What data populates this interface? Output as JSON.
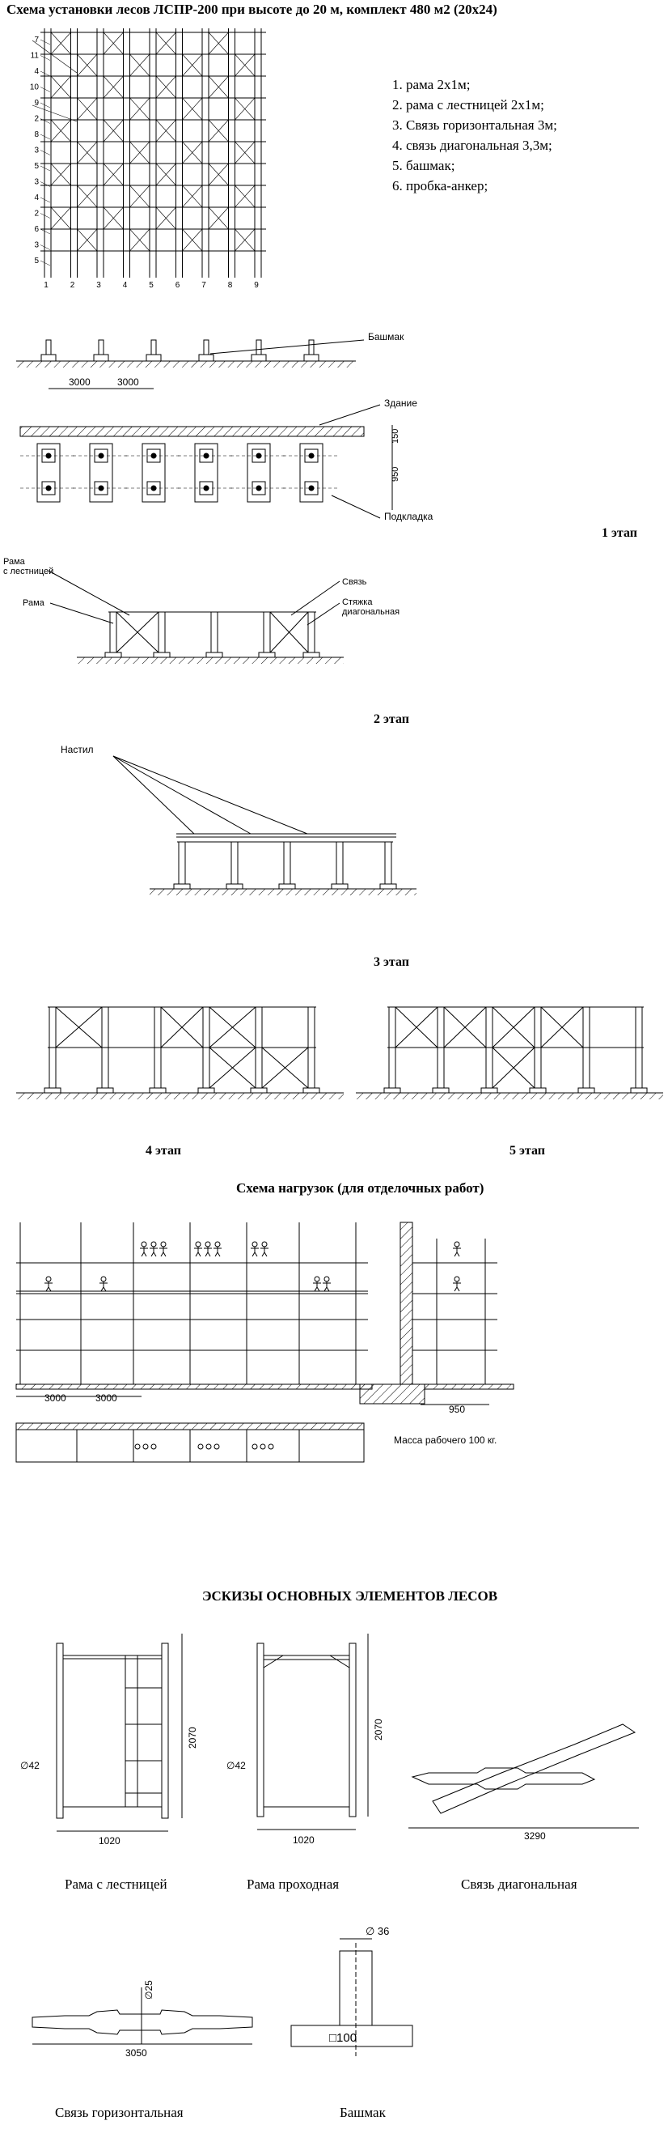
{
  "title": "Схема установки лесов ЛСПР-200 при высоте до 20 м, комплект 480 м2 (20х24)",
  "legend": [
    "1. рама 2х1м;",
    "2. рама с лестницей 2х1м;",
    "3. Связь горизонтальная 3м;",
    "4. связь диагональная 3,3м;",
    "5. башмак;",
    "6. пробка-анкер;"
  ],
  "elevation": {
    "side_labels": [
      "7",
      "11",
      "4",
      "10",
      "9",
      "2",
      "8",
      "3",
      "5",
      "3",
      "4",
      "2",
      "6",
      "3",
      "5"
    ],
    "bottom_labels": [
      "1",
      "2",
      "3",
      "4",
      "5",
      "6",
      "7",
      "8",
      "9"
    ]
  },
  "plan": {
    "bashmak": "Башмак",
    "zdanie": "Здание",
    "podkladka": "Подкладка",
    "dim_3000_a": "3000",
    "dim_3000_b": "3000",
    "dim_150": "150",
    "dim_950": "950"
  },
  "stages": {
    "s1": "1 этап",
    "s2": "2 этап",
    "s3": "3 этап",
    "s4": "4 этап",
    "s5": "5 этап"
  },
  "stage1": {
    "rama_lestn": "Рама\nс лестницей",
    "rama": "Рама",
    "svyaz": "Связь",
    "styazhka": "Стяжка\nдиагональная"
  },
  "stage2": {
    "nastil": "Настил"
  },
  "loads": {
    "title": "Схема нагрузок  (для отделочных работ)",
    "dim_3000_a": "3000",
    "dim_3000_b": "3000",
    "dim_950": "950",
    "mass": "Масса рабочего 100 кг."
  },
  "sketches": {
    "title": "ЭСКИЗЫ ОСНОВНЫХ ЭЛЕМЕНТОВ ЛЕСОВ",
    "rama_lestn": "Рама с лестницей",
    "rama_prohod": "Рама  проходная",
    "svyaz_diag": "Связь диагональная",
    "svyaz_goriz": "Связь горизонтальная",
    "bashmak": "Башмак",
    "d42_a": "∅42",
    "d42_b": "∅42",
    "h2070_a": "2070",
    "h2070_b": "2070",
    "w1020_a": "1020",
    "w1020_b": "1020",
    "l3290": "3290",
    "l3050": "3050",
    "d25": "∅25",
    "d36": "∅ 36",
    "sq100": "□100"
  }
}
